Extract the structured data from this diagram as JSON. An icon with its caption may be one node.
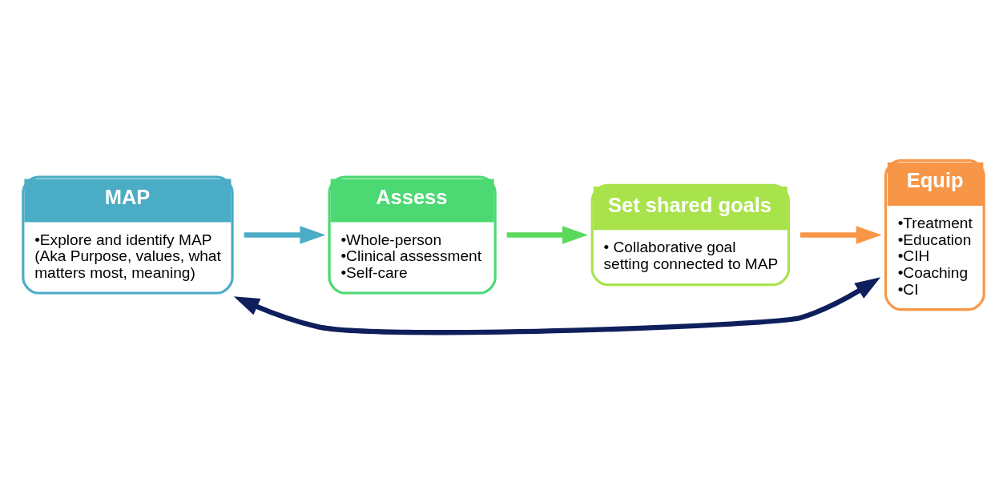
{
  "diagram": {
    "nodes": [
      {
        "text": [
          "MAP",
          "•Explore and identify MAP (Aka Purpose, values, what matters most, meaning)"
        ]
      },
      {
        "text": [
          "Assess",
          "•Whole-person",
          "•Clinical assessment",
          "•Self-care"
        ]
      },
      {
        "text": [
          "Set shared goals",
          "• Collaborative goal setting connected to MAP"
        ]
      },
      {
        "text": [
          "Equip",
          "•Treatment",
          "•Education",
          "•CIH",
          "•Coaching",
          "•CI"
        ]
      }
    ],
    "edges": [
      {
        "from": 0,
        "to": 1,
        "arrow": "to",
        "color": "#4bacc6"
      },
      {
        "from": 1,
        "to": 2,
        "arrow": "to",
        "color": "#5ad95a"
      },
      {
        "from": 2,
        "to": 3,
        "arrow": "to",
        "color": "#f79646"
      },
      {
        "from": 0,
        "to": 3,
        "arrow": "both",
        "color": "#0f1f5c"
      }
    ]
  }
}
